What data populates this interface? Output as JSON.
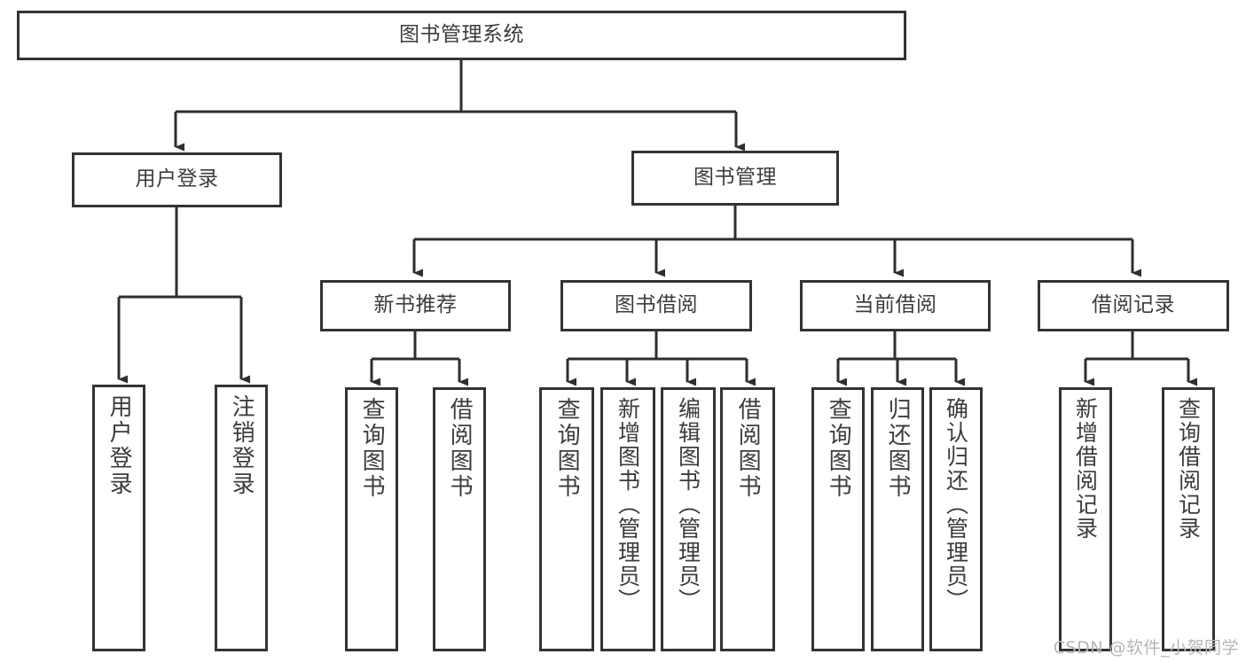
{
  "diagram": {
    "title_node": {
      "label": "图书管理系统"
    },
    "level2": [
      {
        "id": "user-login",
        "label": "用户登录"
      },
      {
        "id": "book-manage",
        "label": "图书管理"
      }
    ],
    "level3": [
      {
        "id": "new-book-recommend",
        "label": "新书推荐"
      },
      {
        "id": "book-borrow",
        "label": "图书借阅"
      },
      {
        "id": "current-borrow",
        "label": "当前借阅"
      },
      {
        "id": "borrow-record",
        "label": "借阅记录"
      }
    ],
    "leaves": {
      "user_login": [
        {
          "id": "leaf-user-login",
          "label": "用户登录"
        },
        {
          "id": "leaf-logout-login",
          "label": "注销登录"
        }
      ],
      "new_book_recommend": [
        {
          "id": "leaf-query-book-1",
          "label": "查询图书"
        },
        {
          "id": "leaf-borrow-book-1",
          "label": "借阅图书"
        }
      ],
      "book_borrow": [
        {
          "id": "leaf-query-book-2",
          "label": "查询图书"
        },
        {
          "id": "leaf-add-book",
          "label": "新增图书（管理员）"
        },
        {
          "id": "leaf-edit-book",
          "label": "编辑图书（管理员）"
        },
        {
          "id": "leaf-borrow-book-2",
          "label": "借阅图书"
        }
      ],
      "current_borrow": [
        {
          "id": "leaf-query-book-3",
          "label": "查询图书"
        },
        {
          "id": "leaf-return-book",
          "label": "归还图书"
        },
        {
          "id": "leaf-confirm-return",
          "label": "确认归还（管理员）"
        }
      ],
      "borrow_record": [
        {
          "id": "leaf-add-record",
          "label": "新增借阅记录"
        },
        {
          "id": "leaf-query-record",
          "label": "查询借阅记录"
        }
      ]
    }
  },
  "watermark": {
    "text": "CSDN @软件_小贺同学"
  },
  "colors": {
    "border": "#333333",
    "text": "#3c3c3c",
    "background": "#ffffff",
    "watermark": "#b6b6b6"
  }
}
